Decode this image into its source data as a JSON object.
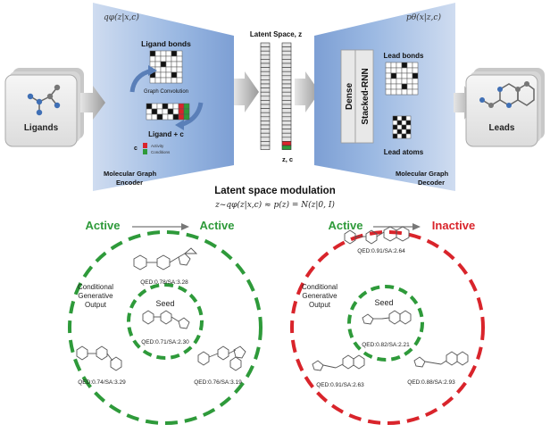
{
  "top": {
    "encoder_formula": "qφ(z|x,c)",
    "decoder_formula": "pθ(x|z,c)",
    "latent_title": "Latent Space, z",
    "latent_zc": "z, c",
    "ligands_label": "Ligands",
    "leads_label": "Leads",
    "ligand_bonds": "Ligand bonds",
    "graph_convolution": "Graph Convolution",
    "ligand_c": "Ligand + c",
    "c_label": "c",
    "activity": "Activity",
    "conditions": "Conditions",
    "encoder_line1": "Molecular Graph",
    "encoder_line2": "Encoder",
    "decoder_line1": "Molecular Graph",
    "decoder_line2": "Decoder",
    "dense": "Dense",
    "stacked_rnn": "Stacked-RNN",
    "lead_bonds": "Lead bonds",
    "lead_atoms": "Lead atoms",
    "modulation_title": "Latent space modulation",
    "modulation_formula": "z~qφ(z|x,c) ≈ p(z) = N(z|0, I)"
  },
  "left_panel": {
    "from_label": "Active",
    "to_label": "Active",
    "cgo_line1": "Conditional",
    "cgo_line2": "Generative",
    "cgo_line3": "Output",
    "seed": "Seed",
    "seed_score": "QED:0.71/SA:2.30",
    "score_top": "QED:0.78/SA:3.28",
    "score_bl": "QED:0.74/SA:3.29",
    "score_br": "QED:0.76/SA:3.19"
  },
  "right_panel": {
    "from_label": "Active",
    "to_label": "Inactive",
    "cgo_line1": "Conditional",
    "cgo_line2": "Generative",
    "cgo_line3": "Output",
    "seed": "Seed",
    "seed_score": "QED:0.82/SA:2.21",
    "score_top": "QED:0.91/SA:2.64",
    "score_bl": "QED:0.91/SA:2.63",
    "score_br": "QED:0.88/SA:2.93"
  },
  "colors": {
    "active_green": "#2e9a3a",
    "inactive_red": "#d9242b",
    "funnel_blue": "#8fb0dc"
  }
}
